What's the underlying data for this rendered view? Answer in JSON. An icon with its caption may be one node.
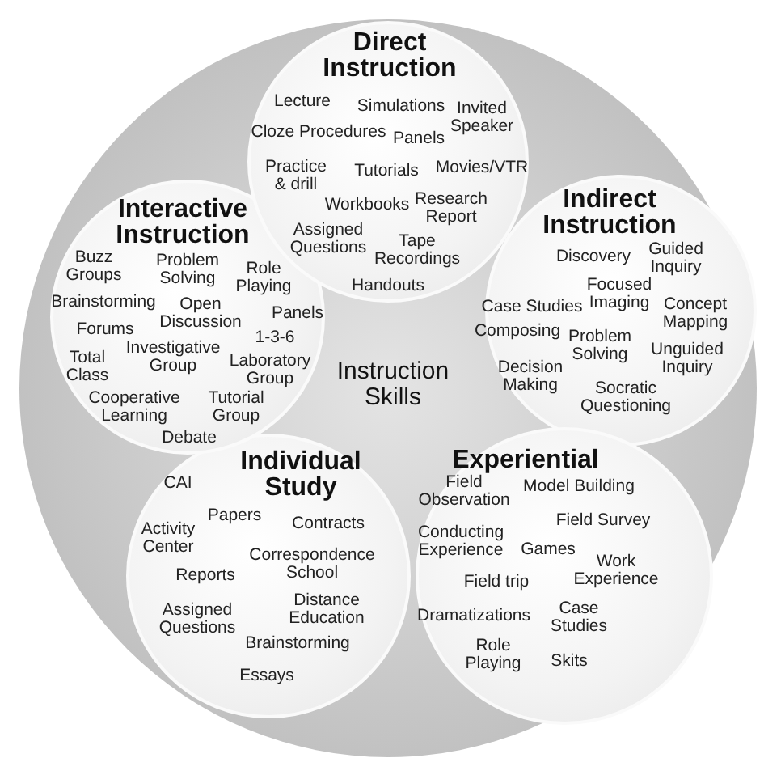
{
  "diagram": {
    "nodes": [
      {
        "text": [
          "Instruction Skills"
        ]
      },
      {
        "text": [
          "Direct Instruction",
          "Lecture",
          "Simulations",
          "Invited Speaker",
          "Cloze Procedures",
          "Panels",
          "Practice & drill",
          "Tutorials",
          "Movies/VTR",
          "Workbooks",
          "Research Report",
          "Assigned Questions",
          "Tape Recordings",
          "Handouts"
        ],
        "in": 0
      },
      {
        "text": [
          "Interactive Instruction",
          "Buzz Groups",
          "Problem Solving",
          "Role Playing",
          "Brainstorming",
          "Open Discussion",
          "Panels",
          "Forums",
          "1-3-6",
          "Total Class",
          "Investigative Group",
          "Laboratory Group",
          "Cooperative Learning",
          "Tutorial Group",
          "Debate"
        ],
        "in": 0
      },
      {
        "text": [
          "Indirect Instruction",
          "Discovery",
          "Guided Inquiry",
          "Case Studies",
          "Focused Imaging",
          "Concept Mapping",
          "Composing",
          "Problem Solving",
          "Unguided Inquiry",
          "Decision Making",
          "Socratic Questioning"
        ],
        "in": 0
      },
      {
        "text": [
          "Individual Study",
          "CAI",
          "Papers",
          "Contracts",
          "Activity Center",
          "Correspondence School",
          "Reports",
          "Assigned Questions",
          "Distance Education",
          "Brainstorming",
          "Essays"
        ],
        "in": 0
      },
      {
        "text": [
          "Experiential",
          "Field Observation",
          "Model Building",
          "Field Survey",
          "Conducting Experience",
          "Games",
          "Work Experience",
          "Field trip",
          "Dramatizations",
          "Case Studies",
          "Role Playing",
          "Skits"
        ],
        "in": 0
      }
    ]
  }
}
